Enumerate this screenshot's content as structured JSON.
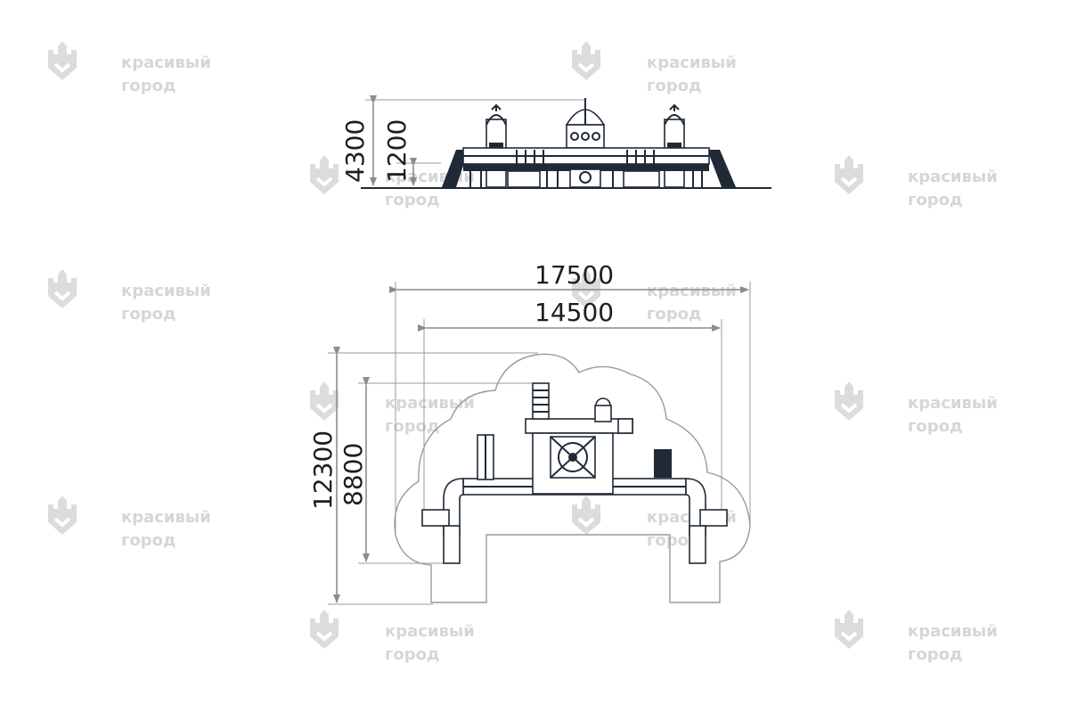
{
  "watermark": {
    "line1": "красивый",
    "line2": "город",
    "icon": "castle-shield-logo-icon"
  },
  "elevation": {
    "overall_height": "4300",
    "platform_height": "1200"
  },
  "plan": {
    "overall_width": "17500",
    "equipment_width": "14500",
    "overall_depth": "12300",
    "equipment_depth": "8800"
  },
  "colors": {
    "ink": "#1f2a36",
    "dimension": "#8c8c8c",
    "watermark": "#d6d6d6"
  }
}
